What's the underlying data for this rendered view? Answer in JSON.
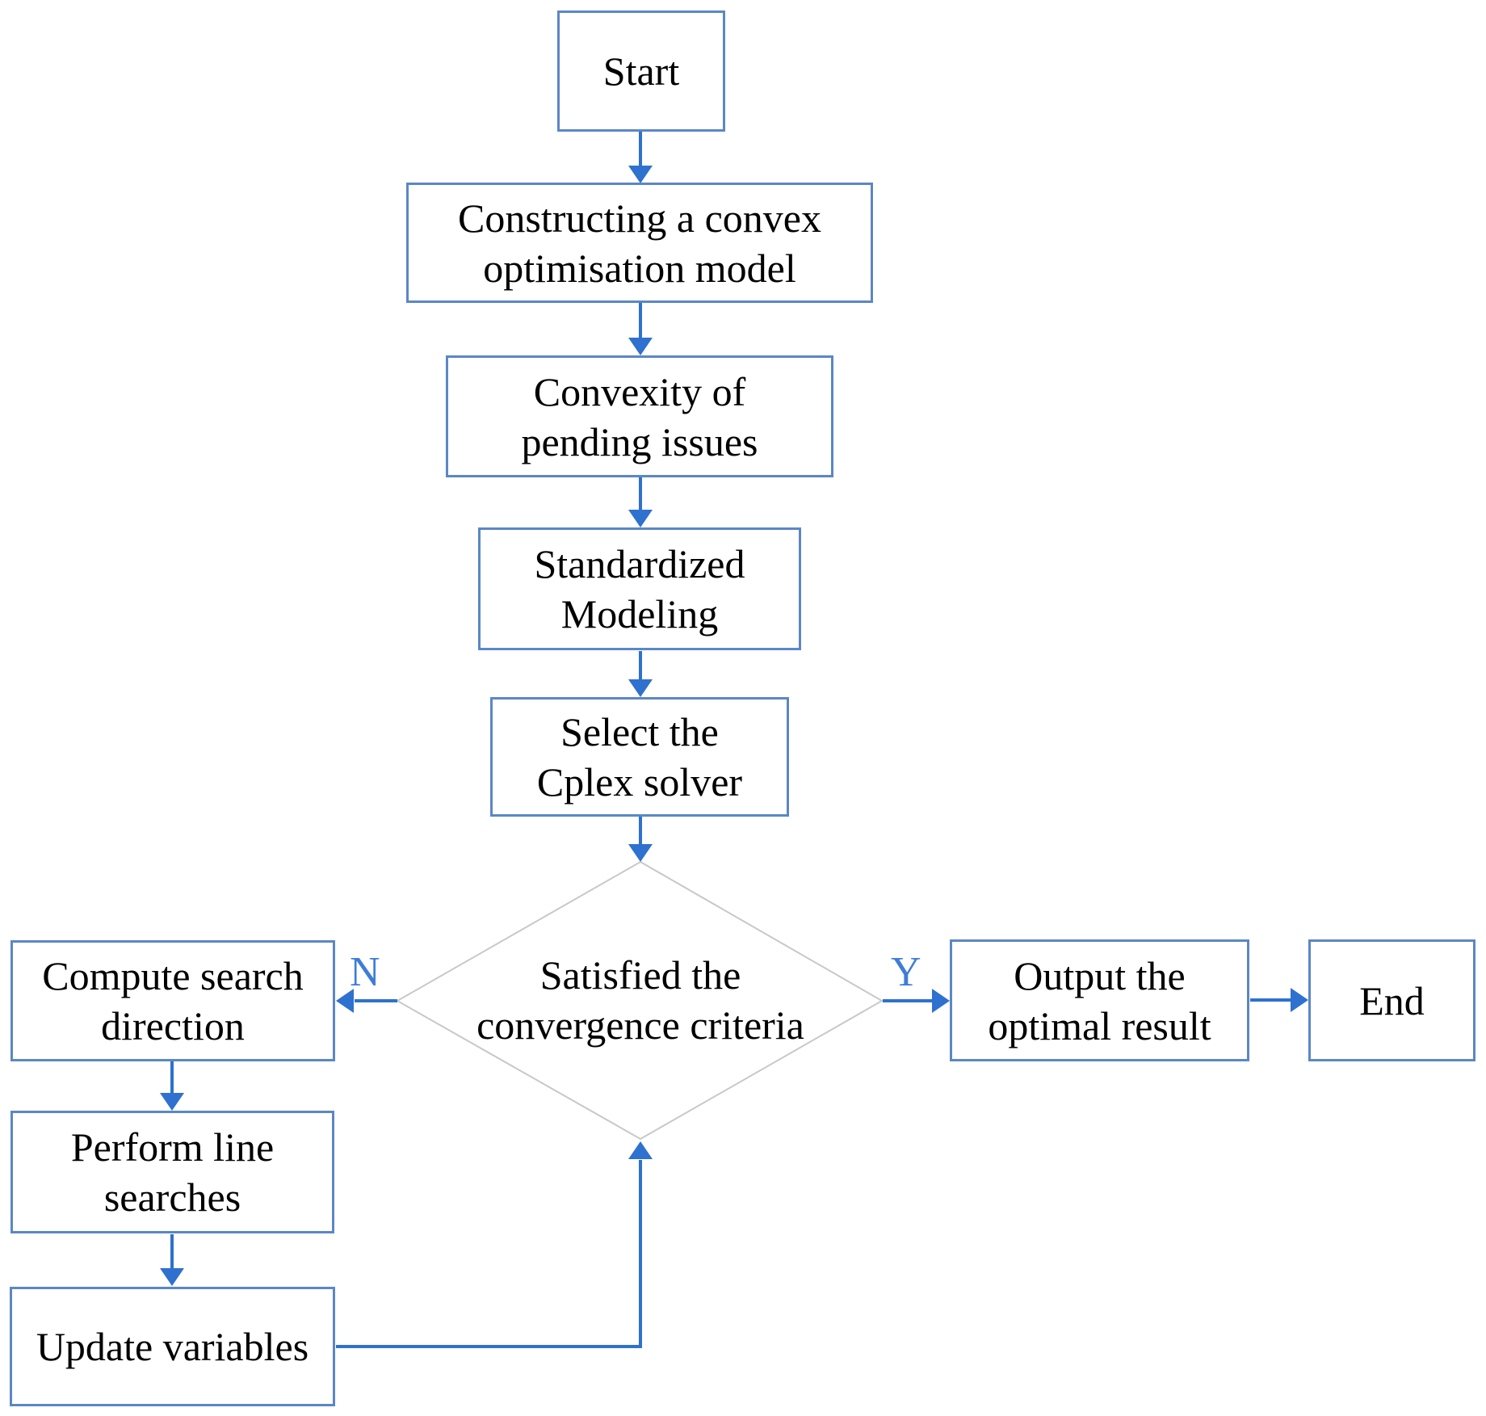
{
  "figure": {
    "type": "flowchart",
    "description": "Convex optimisation solving procedure flowchart"
  },
  "colors": {
    "background": "#ffffff",
    "box_border": "#5b87c5",
    "box_fill": "#ffffff",
    "arrow": "#2e71cf",
    "decision_border": "#c8c8c8",
    "text": "#000000",
    "branch_label": "#3e7dd8"
  },
  "nodes": {
    "start": {
      "label": "Start"
    },
    "construct": {
      "lines": [
        "Constructing a convex",
        "optimisation model"
      ]
    },
    "convexity": {
      "lines": [
        "Convexity of",
        "pending issues"
      ]
    },
    "standardized": {
      "lines": [
        "Standardized",
        "Modeling"
      ]
    },
    "select": {
      "lines": [
        "Select the",
        "Cplex solver"
      ]
    },
    "decision": {
      "lines": [
        "Satisfied the",
        "convergence criteria"
      ]
    },
    "compute": {
      "lines": [
        "Compute search",
        "direction"
      ]
    },
    "perform": {
      "lines": [
        "Perform line",
        "searches"
      ]
    },
    "update": {
      "label": "Update variables"
    },
    "output": {
      "lines": [
        "Output the",
        "optimal result"
      ]
    },
    "end": {
      "label": "End"
    }
  },
  "edge_labels": {
    "no": "N",
    "yes": "Y"
  }
}
